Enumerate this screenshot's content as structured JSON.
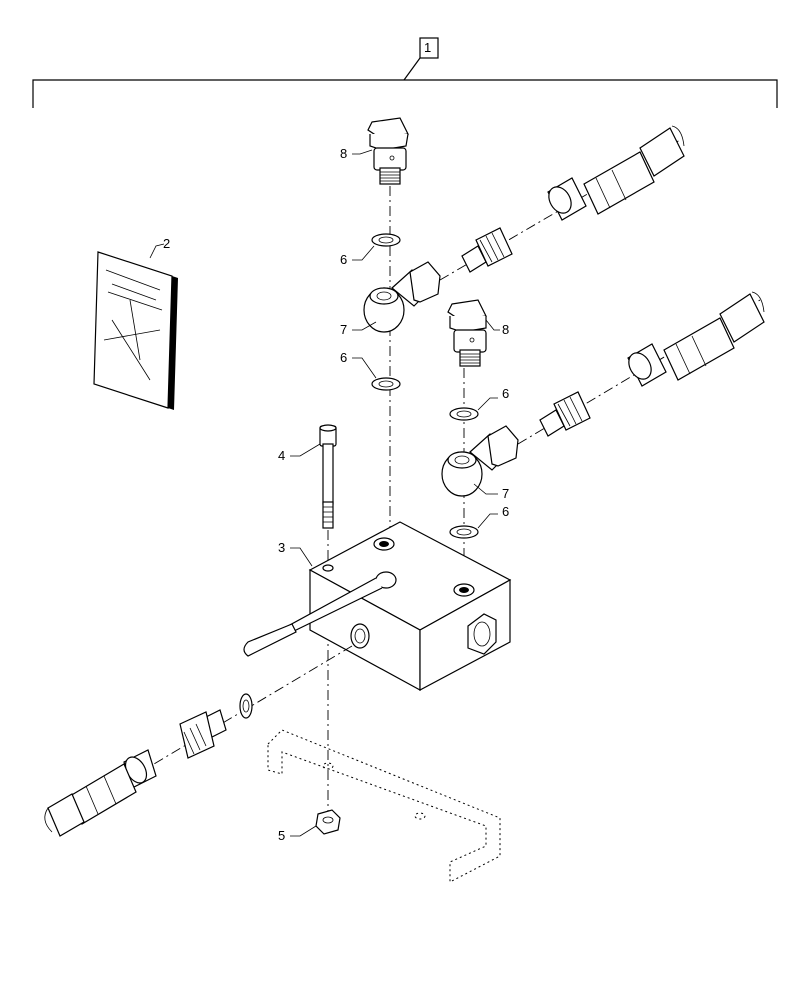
{
  "callouts": {
    "c1": "1",
    "c2": "2",
    "c3": "3",
    "c4": "4",
    "c5": "5",
    "c6a": "6",
    "c6b": "6",
    "c6c": "6",
    "c6d": "6",
    "c7a": "7",
    "c7b": "7",
    "c8a": "8",
    "c8b": "8"
  }
}
